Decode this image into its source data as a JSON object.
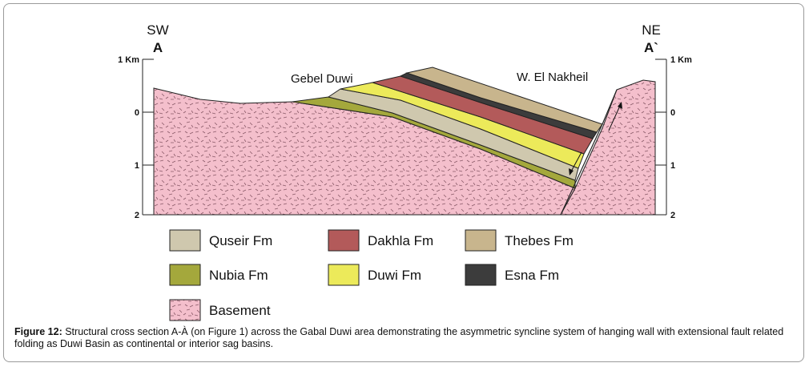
{
  "section": {
    "left_direction": "SW",
    "left_point": "A",
    "right_direction": "NE",
    "right_point": "A`",
    "left_scale": [
      "1 Km",
      "0",
      "1",
      "2"
    ],
    "right_scale": [
      "1 Km",
      "0",
      "1",
      "2"
    ],
    "annotations": [
      "Gebel Duwi",
      "W. El Nakheil"
    ]
  },
  "legend": [
    {
      "label": "Quseir Fm",
      "color": "#cfc8ae"
    },
    {
      "label": "Dakhla Fm",
      "color": "#b35a5a"
    },
    {
      "label": "Thebes Fm",
      "color": "#c8b58d"
    },
    {
      "label": "Nubia Fm",
      "color": "#a4a83c"
    },
    {
      "label": "Duwi Fm",
      "color": "#ecea5a"
    },
    {
      "label": "Esna Fm",
      "color": "#3c3c3c"
    },
    {
      "label": "Basement",
      "color": "#f4bfcc"
    }
  ],
  "caption": {
    "label": "Figure 12:",
    "text": " Structural cross section A-À (on Figure 1) across the Gabal Duwi area demonstrating the asymmetric syncline system of hanging wall with extensional fault related folding as Duwi Basin as continental or interior sag basins."
  }
}
